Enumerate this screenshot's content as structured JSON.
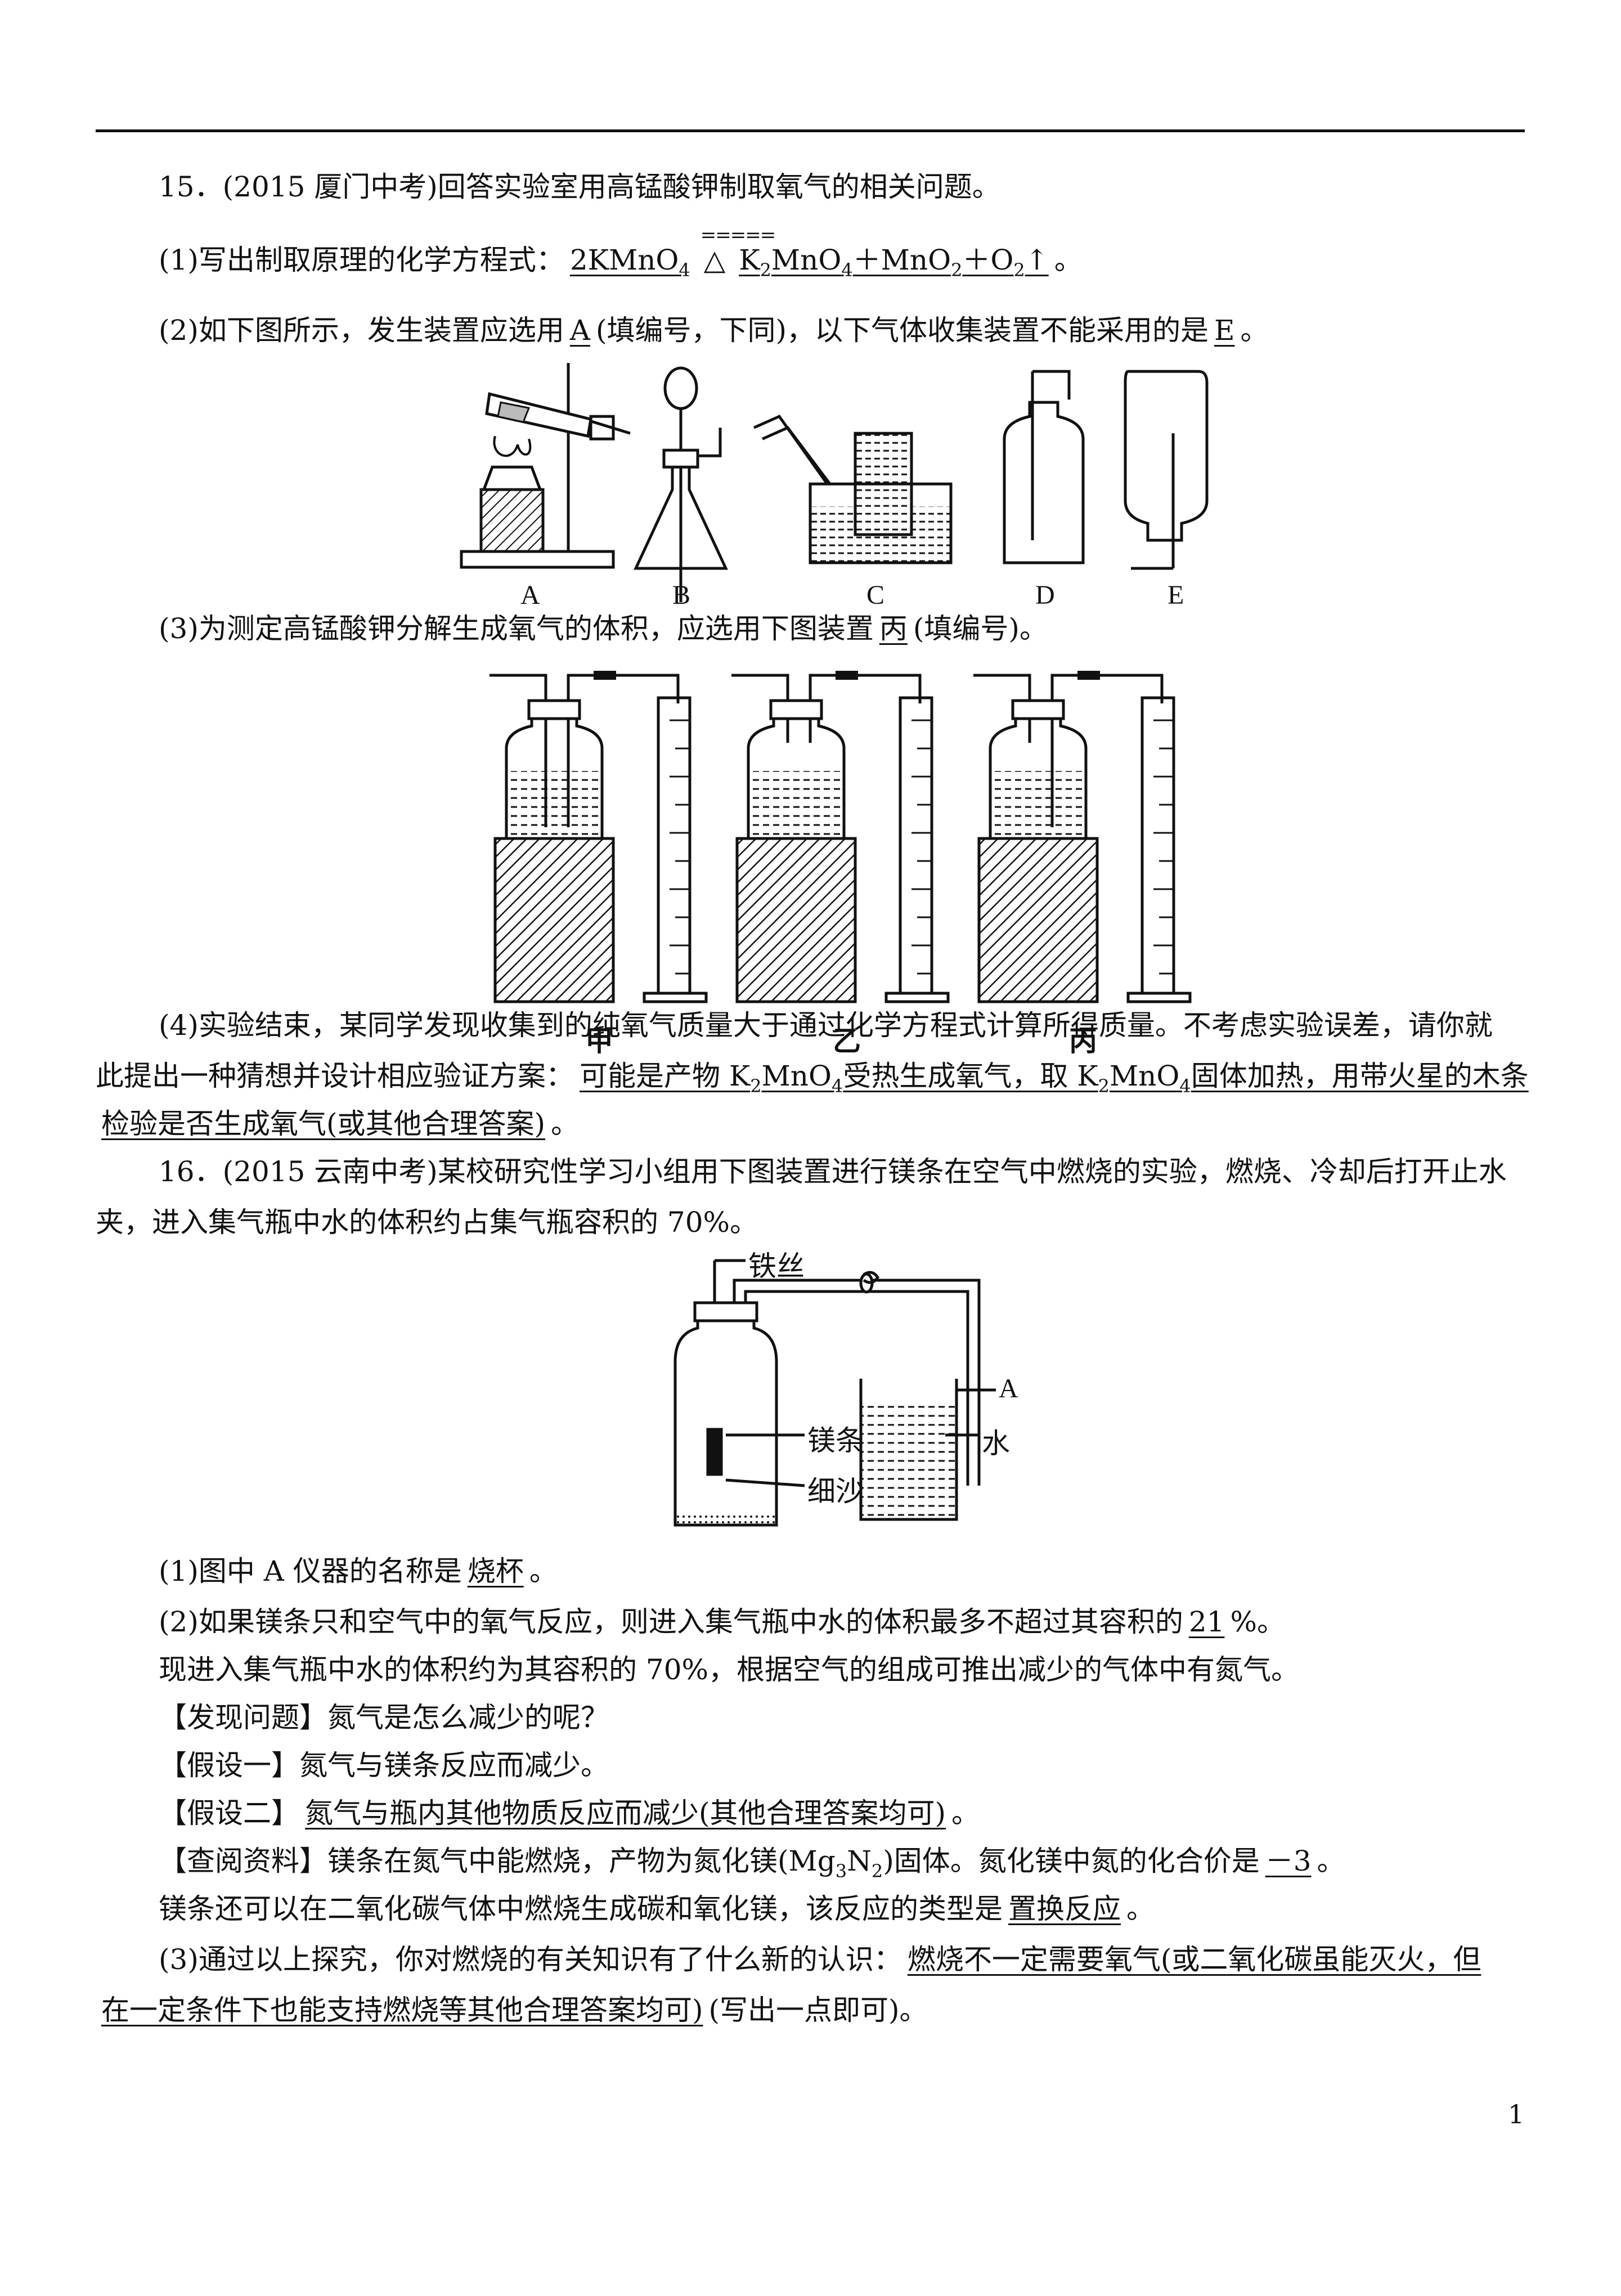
{
  "q15": {
    "header": "15．(2015 厦门中考)回答实验室用高锰酸钾制取氧气的相关问题。",
    "p1_prefix": "(1)写出制取原理的化学方程式：",
    "p1_reactant_a": "2KMnO",
    "p1_reactant_b": "4",
    "p1_condition": "△",
    "p1_condition_over": "=====",
    "p1_prod_1": "K",
    "p1_prod_2": "2",
    "p1_prod_3": "MnO",
    "p1_prod_4": "4",
    "p1_prod_5": "＋MnO",
    "p1_prod_6": "2",
    "p1_prod_7": "＋O",
    "p1_prod_8": "2",
    "p1_prod_9": "↑",
    "p1_suffix": "。",
    "p2_prefix": "(2)如下图所示，发生装置应选用",
    "p2_answer1": "A",
    "p2_mid": "(填编号，下同)，以下气体收集装置不能采用的是",
    "p2_answer2": "E",
    "p2_suffix": "。",
    "apparatus_labels": [
      "A",
      "B",
      "C",
      "D",
      "E"
    ],
    "p3_prefix": "(3)为测定高锰酸钾分解生成氧气的体积，应选用下图装置",
    "p3_answer": "丙",
    "p3_suffix": "(填编号)。",
    "setup_labels": [
      "甲",
      "乙",
      "丙"
    ],
    "p4_line1": "(4)实验结束，某同学发现收集到的纯氧气质量大于通过化学方程式计算所得质量。不考虑实验误差，请你就",
    "p4_line2_prefix": "此提出一种猜想并设计相应验证方案：",
    "p4_ans_1": "可能是产物 K",
    "p4_ans_2": "2",
    "p4_ans_3": "MnO",
    "p4_ans_4": "4",
    "p4_ans_5": "受热生成氧气，取 K",
    "p4_ans_6": "2",
    "p4_ans_7": "MnO",
    "p4_ans_8": "4",
    "p4_ans_9": "固体加热，用带火星的木条",
    "p4_line3_answer": "检验是否生成氧气(或其他合理答案)",
    "p4_line3_suffix": "。"
  },
  "q16": {
    "header_line1": "16．(2015 云南中考)某校研究性学习小组用下图装置进行镁条在空气中燃烧的实验，燃烧、冷却后打开止水",
    "header_line2": "夹，进入集气瓶中水的体积约占集气瓶容积的 70%。",
    "fig_labels": {
      "iron_wire": "铁丝",
      "mg_strip": "镁条",
      "fine_sand": "细沙",
      "label_a": "A",
      "water": "水"
    },
    "p1_prefix": "(1)图中 A 仪器的名称是",
    "p1_answer": "烧杯",
    "p1_suffix": "。",
    "p2_prefix": "(2)如果镁条只和空气中的氧气反应，则进入集气瓶中水的体积最多不超过其容积的",
    "p2_answer": "21",
    "p2_suffix": "%。",
    "line_a": "现进入集气瓶中水的体积约为其容积的 70%，根据空气的组成可推出减少的气体中有氮气。",
    "line_b": "【发现问题】氮气是怎么减少的呢？",
    "line_c": "【假设一】氮气与镁条反应而减少。",
    "line_d_prefix": "【假设二】",
    "line_d_answer": "氮气与瓶内其他物质反应而减少(其他合理答案均可)",
    "line_d_suffix": "。",
    "line_e_1": "【查阅资料】镁条在氮气中能燃烧，产物为氮化镁(Mg",
    "line_e_2": "3",
    "line_e_3": "N",
    "line_e_4": "2",
    "line_e_5": ")固体。氮化镁中氮的化合价是",
    "line_e_answer": "－3",
    "line_e_suffix": "。",
    "line_f_prefix": "镁条还可以在二氧化碳气体中燃烧生成碳和氧化镁，该反应的类型是",
    "line_f_answer": "置换反应",
    "line_f_suffix": "。",
    "p3_prefix": "(3)通过以上探究，你对燃烧的有关知识有了什么新的认识：",
    "p3_answer_line1": "燃烧不一定需要氧气(或二氧化碳虽能灭火，但",
    "p3_answer_line2": "在一定条件下也能支持燃烧等其他合理答案均可)",
    "p3_suffix": "(写出一点即可)。"
  },
  "page_number": "1"
}
